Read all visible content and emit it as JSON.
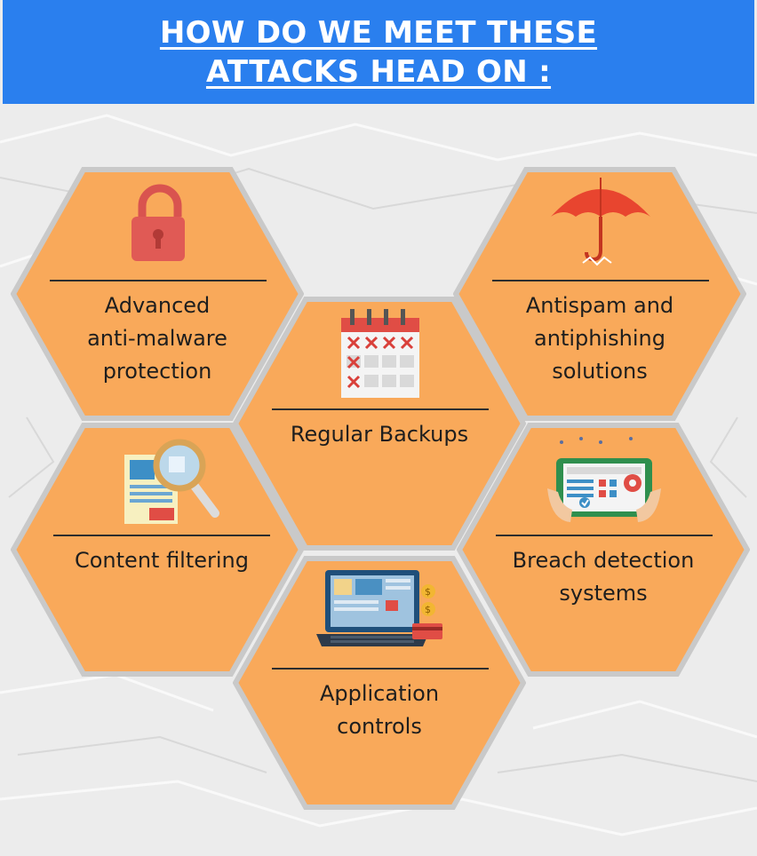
{
  "header": {
    "title_line1": "HOW DO WE MEET THESE",
    "title_line2": "ATTACKS HEAD ON :"
  },
  "colors": {
    "header_bg": "#2a7fee",
    "hex_fill": "#f9a95a",
    "hex_border": "#c9c9c9",
    "background": "#ececec"
  },
  "items": [
    {
      "key": "anti_malware",
      "icon": "padlock-icon",
      "lines": [
        "Advanced",
        "anti-malware",
        "protection"
      ]
    },
    {
      "key": "antispam",
      "icon": "umbrella-icon",
      "lines": [
        "Antispam and",
        "antiphishing",
        "solutions"
      ]
    },
    {
      "key": "backups",
      "icon": "calendar-icon",
      "lines": [
        "Regular Backups"
      ]
    },
    {
      "key": "content_filtering",
      "icon": "magnifier-document-icon",
      "lines": [
        "Content filtering"
      ]
    },
    {
      "key": "breach_detection",
      "icon": "tablet-dashboard-icon",
      "lines": [
        "Breach detection",
        "systems"
      ]
    },
    {
      "key": "application_controls",
      "icon": "laptop-icon",
      "lines": [
        "Application",
        "controls"
      ]
    }
  ]
}
